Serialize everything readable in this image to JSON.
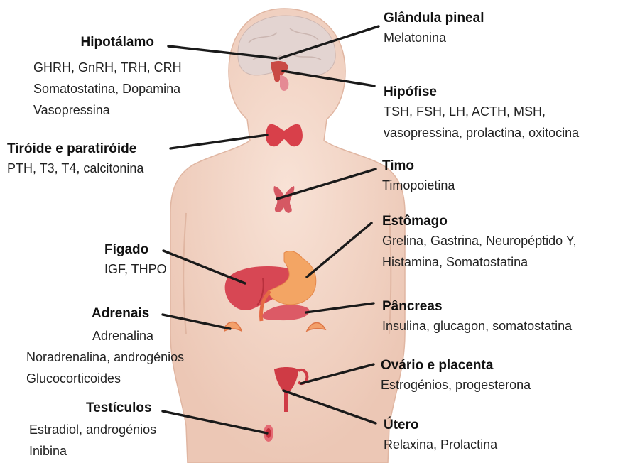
{
  "glands": {
    "hipotalamo": {
      "title": "Hipotálamo",
      "lines": [
        "GHRH, GnRH, TRH, CRH",
        "Somatostatina, Dopamina",
        "Vasopressina"
      ]
    },
    "tiroide": {
      "title": "Tiróide e paratiróide",
      "lines": [
        "PTH, T3, T4, calcitonina"
      ]
    },
    "figado": {
      "title": "Fígado",
      "lines": [
        "IGF, THPO"
      ]
    },
    "adrenais": {
      "title": "Adrenais",
      "lines": [
        "Adrenalina",
        "Noradrenalina, androgénios",
        "Glucocorticoides"
      ]
    },
    "testiculos": {
      "title": "Testículos",
      "lines": [
        "Estradiol, androgénios",
        "Inibina"
      ]
    },
    "pineal": {
      "title": "Glândula pineal",
      "lines": [
        "Melatonina"
      ]
    },
    "hipofise": {
      "title": "Hipófise",
      "lines": [
        "TSH, FSH, LH, ACTH, MSH,",
        "vasopressina, prolactina, oxitocina"
      ]
    },
    "timo": {
      "title": "Timo",
      "lines": [
        "Timopoietina"
      ]
    },
    "estomago": {
      "title": "Estômago",
      "lines": [
        "Grelina, Gastrina, Neuropéptido Y,",
        "Histamina, Somatostatina"
      ]
    },
    "pancreas": {
      "title": "Pâncreas",
      "lines": [
        "Insulina, glucagon, somatostatina"
      ]
    },
    "ovario": {
      "title": "Ovário e placenta",
      "lines": [
        "Estrogénios, progesterona"
      ]
    },
    "utero": {
      "title": "Útero",
      "lines": [
        "Relaxina, Prolactina"
      ]
    }
  },
  "colors": {
    "body": "#f3d6c7",
    "body_edge": "#e2b9a5",
    "organ": "#c6303c",
    "organ_light": "#e58a94",
    "stomach": "#f2a564",
    "brain": "#e1d2cf",
    "leader": "#1a1a1a"
  }
}
